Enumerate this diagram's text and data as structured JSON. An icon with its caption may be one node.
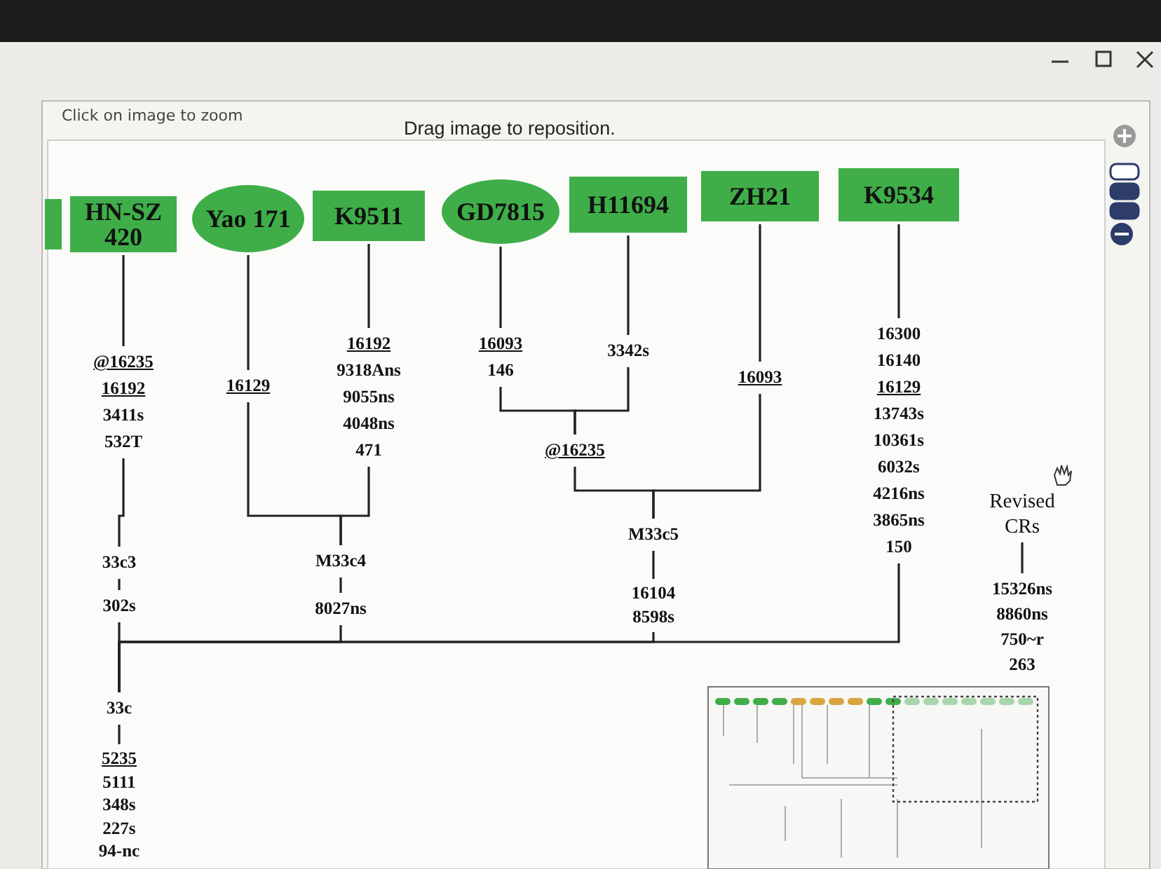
{
  "diagram": {
    "nodes": [
      {
        "text": [],
        "shape": "box"
      },
      {
        "text": [
          "HN-SZ 420"
        ]
      },
      {
        "text": [
          "Yao 171"
        ]
      },
      {
        "text": [
          "K9511"
        ]
      },
      {
        "text": [
          "GD7815"
        ]
      },
      {
        "text": [
          "H11694"
        ]
      },
      {
        "text": [
          "ZH21"
        ]
      },
      {
        "text": [
          "K9534"
        ]
      },
      {
        "text": [
          "@16235",
          "16192",
          "3411s",
          "532T"
        ]
      },
      {
        "text": [
          "16129"
        ]
      },
      {
        "text": [
          "16192",
          "9318Ans",
          "9055ns",
          "4048ns",
          "471"
        ]
      },
      {
        "text": [
          "16093",
          "146"
        ]
      },
      {
        "text": [
          "3342s"
        ]
      },
      {
        "text": [
          "16093"
        ]
      },
      {
        "text": [
          "16300",
          "16140",
          "16129",
          "13743s",
          "10361s",
          "6032s",
          "4216ns",
          "3865ns",
          "150"
        ]
      },
      {
        "text": [
          "@16235"
        ]
      },
      {
        "text": [
          "M33c5"
        ]
      },
      {
        "text": [
          "16104",
          "8598s"
        ]
      },
      {
        "text": [
          "M33c4"
        ]
      },
      {
        "text": [
          "8027ns"
        ]
      },
      {
        "text": [
          "33c3"
        ]
      },
      {
        "text": [
          "302s"
        ]
      },
      {
        "text": [
          "33c"
        ]
      },
      {
        "text": [
          "5235",
          "5111",
          "348s",
          "227s",
          "94-nc"
        ]
      },
      {
        "text": [
          "Revised CRs"
        ]
      },
      {
        "text": [
          "15326ns",
          "8860ns",
          "750~r",
          "263"
        ]
      }
    ],
    "edges": [
      {
        "from": 1,
        "to": 8,
        "arrow": "none"
      },
      {
        "from": 2,
        "to": 9,
        "arrow": "none"
      },
      {
        "from": 3,
        "to": 10,
        "arrow": "none"
      },
      {
        "from": 4,
        "to": 11,
        "arrow": "none"
      },
      {
        "from": 5,
        "to": 12,
        "arrow": "none"
      },
      {
        "from": 6,
        "to": 13,
        "arrow": "none"
      },
      {
        "from": 7,
        "to": 14,
        "arrow": "none"
      },
      {
        "from": 11,
        "to": 15,
        "arrow": "none"
      },
      {
        "from": 12,
        "to": 15,
        "arrow": "none"
      },
      {
        "from": 15,
        "to": 16,
        "arrow": "none"
      },
      {
        "from": 13,
        "to": 16,
        "arrow": "none"
      },
      {
        "from": 16,
        "to": 17,
        "arrow": "none"
      },
      {
        "from": 9,
        "to": 18,
        "arrow": "none"
      },
      {
        "from": 10,
        "to": 18,
        "arrow": "none"
      },
      {
        "from": 18,
        "to": 19,
        "arrow": "none"
      },
      {
        "from": 8,
        "to": 20,
        "arrow": "none"
      },
      {
        "from": 20,
        "to": 21,
        "arrow": "none"
      },
      {
        "from": 21,
        "to": 22,
        "arrow": "none"
      },
      {
        "from": 19,
        "to": 22,
        "arrow": "none"
      },
      {
        "from": 17,
        "to": 22,
        "arrow": "none"
      },
      {
        "from": 14,
        "to": 22,
        "arrow": "none"
      },
      {
        "from": 24,
        "to": 25,
        "arrow": "none"
      },
      {
        "from": 22,
        "to": 23,
        "arrow": "none"
      }
    ],
    "labels": [
      "Click on image to zoom",
      "Drag image to reposition."
    ]
  }
}
